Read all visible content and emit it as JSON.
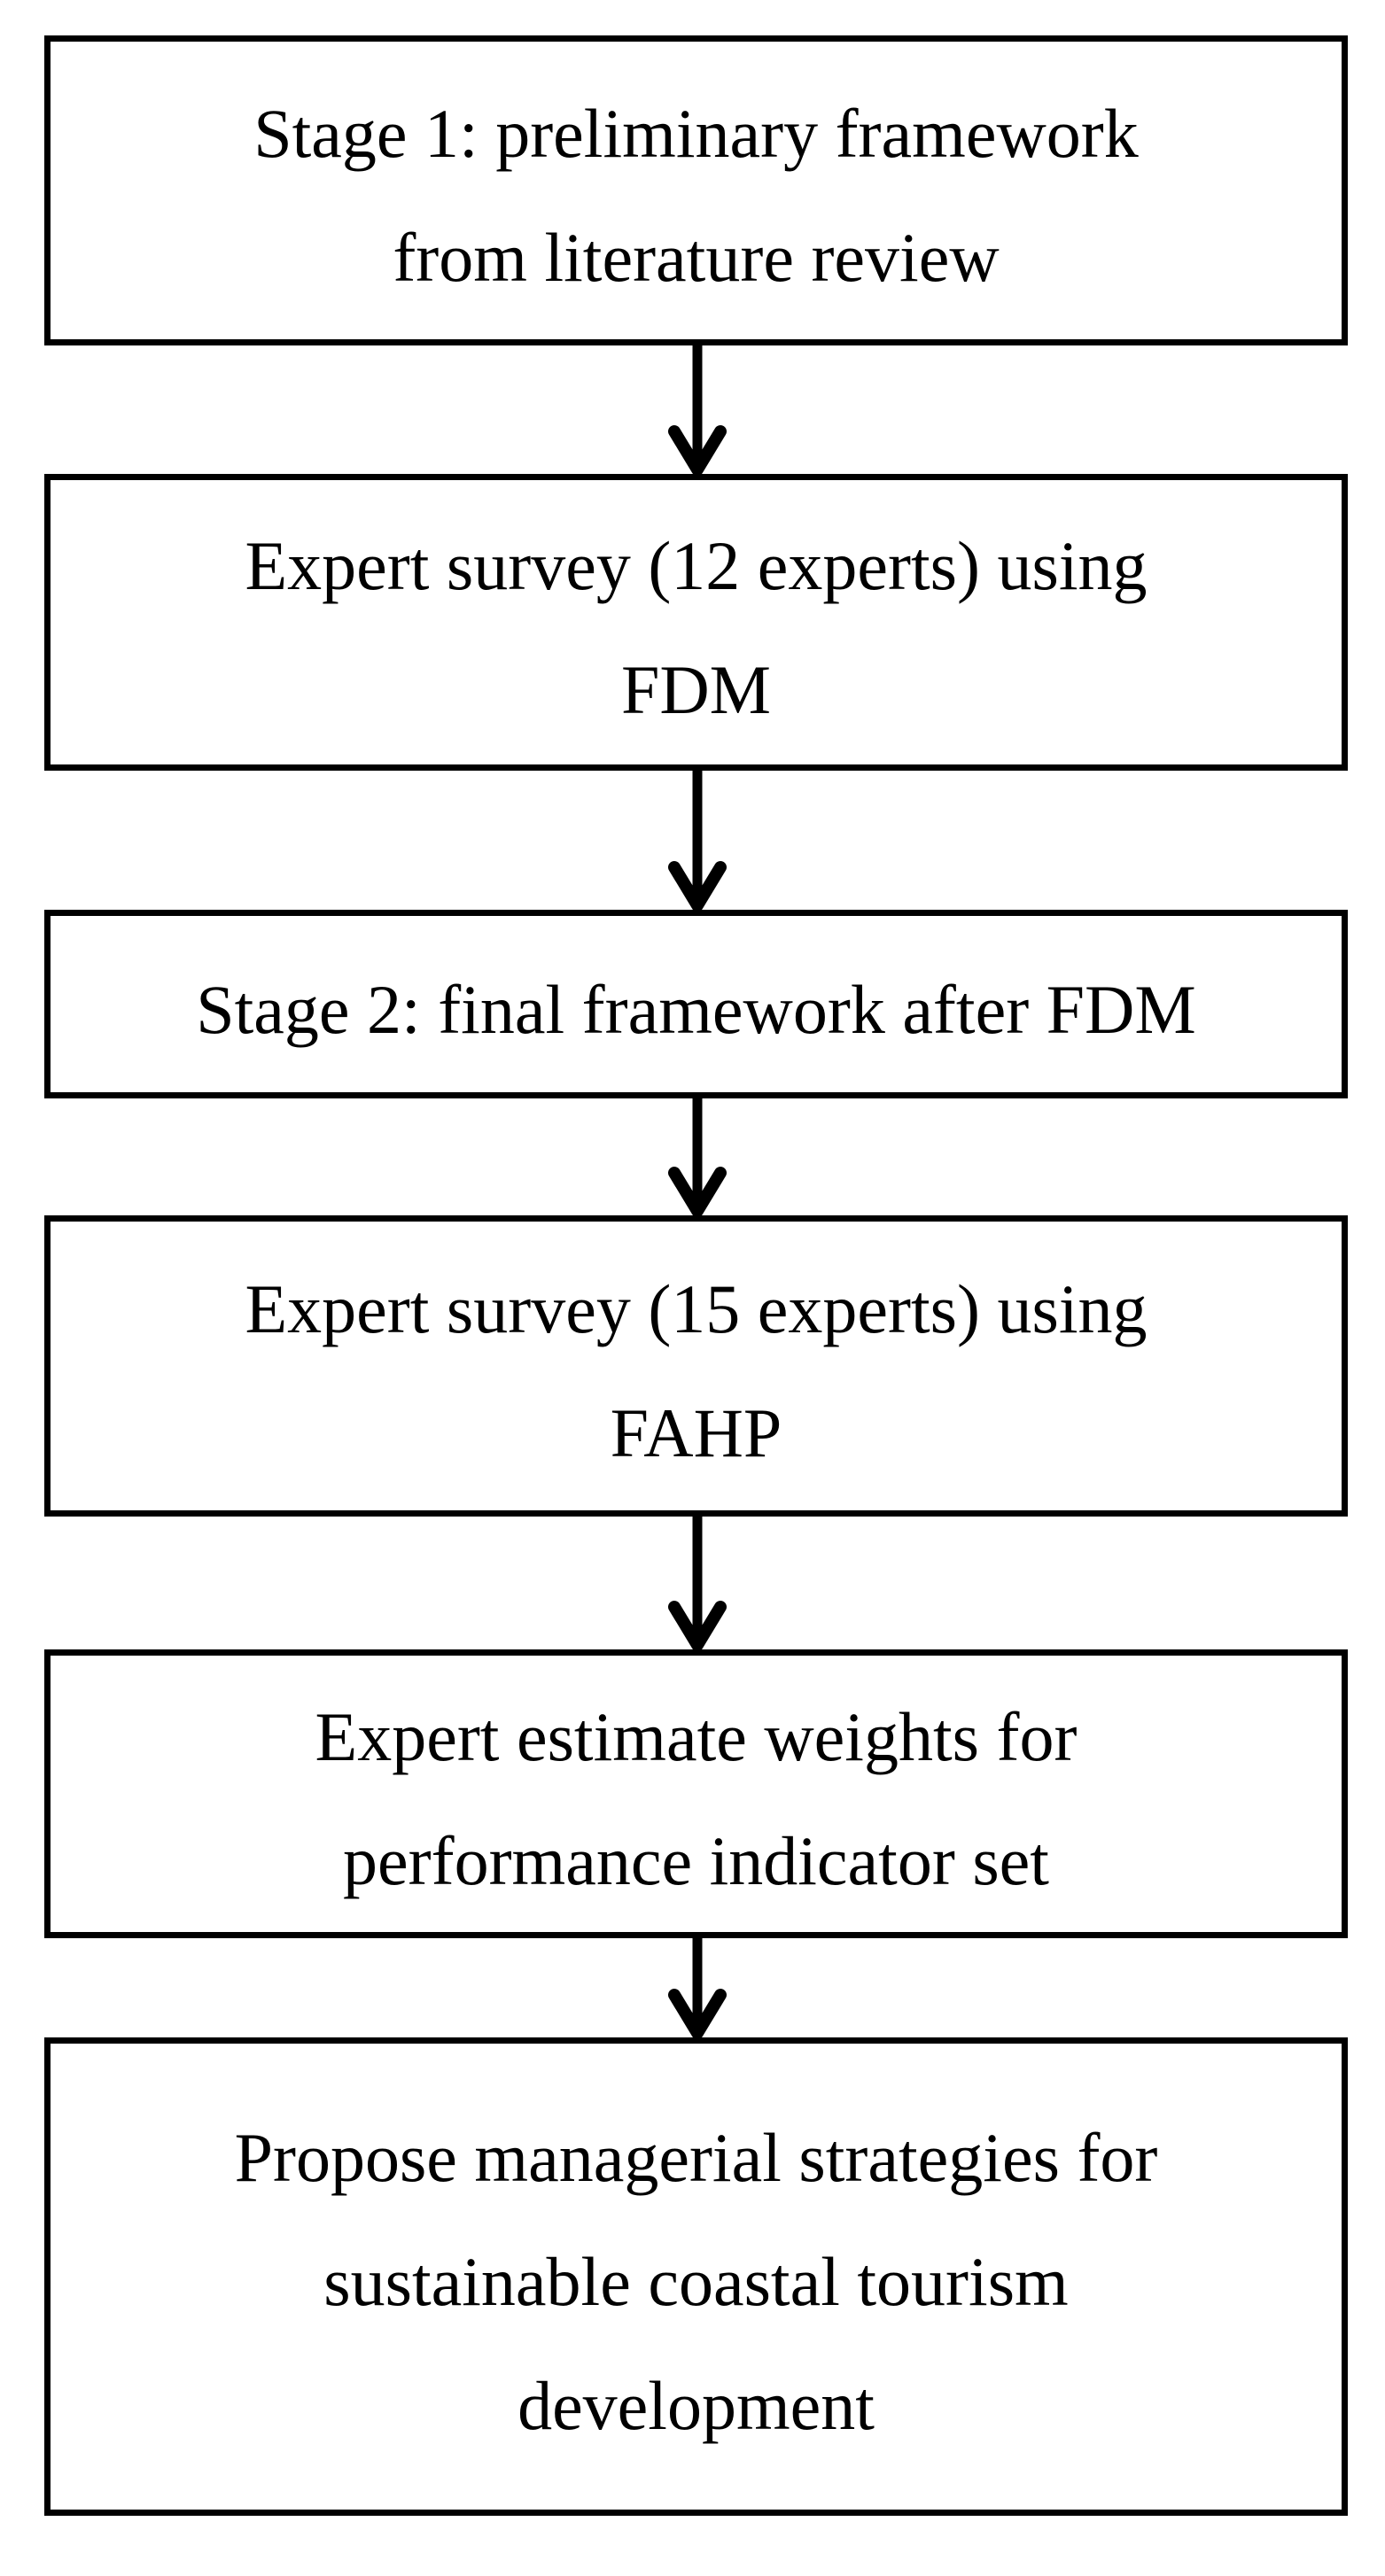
{
  "page": {
    "kind": "flowchart-figure",
    "background_color": "#ffffff"
  },
  "colors": {
    "box_border": "#000000",
    "text": "#000000",
    "arrow": "#000000"
  },
  "flowchart": {
    "direction": "top-to-bottom",
    "arrow_count": 5
  },
  "boxes": [
    {
      "id": "stage1-preliminary-framework",
      "lines": [
        "Stage 1: preliminary framework",
        "from literature review"
      ]
    },
    {
      "id": "expert-survey-fdm",
      "lines": [
        "Expert survey (12 experts) using",
        "FDM"
      ]
    },
    {
      "id": "stage2-final-framework",
      "lines": [
        "Stage 2: final framework after FDM"
      ]
    },
    {
      "id": "expert-survey-fahp",
      "lines": [
        "Expert survey (15 experts) using",
        "FAHP"
      ]
    },
    {
      "id": "expert-estimate-weights",
      "lines": [
        "Expert estimate weights for",
        "performance indicator set"
      ]
    },
    {
      "id": "propose-strategies",
      "lines": [
        "Propose managerial strategies for",
        "sustainable coastal tourism",
        "development"
      ]
    }
  ]
}
